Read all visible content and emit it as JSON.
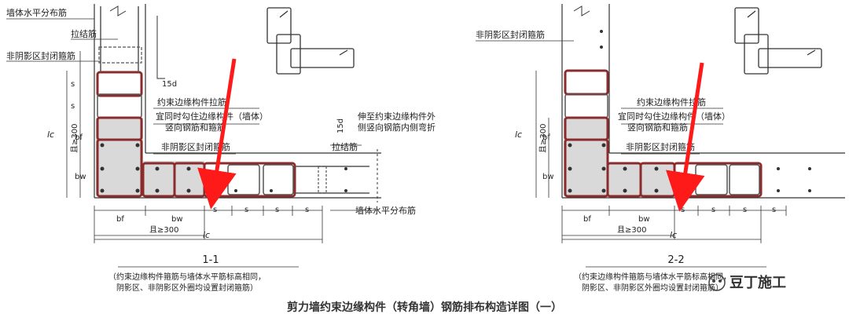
{
  "left": {
    "wall_horizontal_bar": "墙体水平分布筋",
    "tie_bar": "拉结筋",
    "non_shadow_closed_stirrup": "非阴影区封闭箍筋",
    "hook_15d": "15d",
    "s": "s",
    "lc": "lc",
    "bf": "bf",
    "bw": "bw",
    "gte300": "且≥300",
    "constraint_tie": "约束边缘构件拉筋",
    "hook_note_1": "宜同时勾住边缘构件（墙体）",
    "hook_note_2": "竖向钢筋和箍筋",
    "non_shadow_closed_stirrup_2": "非阴影区封闭箍筋",
    "extend_note_1": "伸至约束边缘构件外",
    "extend_note_2": "侧竖向钢筋内侧弯折",
    "hook_15d_right": "15d",
    "tie_bar_right": "拉结筋",
    "wall_horizontal_bar_bottom": "墙体水平分布筋",
    "section": "1-1",
    "note_1": "（约束边缘构件箍筋与墙体水平筋标高相同，",
    "note_2": "阴影区、非阴影区外圈均设置封闭箍筋）"
  },
  "right": {
    "non_shadow_closed_stirrup": "非阴影区封闭箍筋",
    "constraint_tie": "约束边缘构件拉筋",
    "hook_note_1": "宜同时勾住边缘构件（墙体）",
    "hook_note_2": "竖向钢筋和箍筋",
    "non_shadow_closed_stirrup_2": "非阴影区封闭箍筋",
    "lc": "lc",
    "bf": "bf",
    "bw": "bw",
    "gte300": "且≥300",
    "s": "s",
    "section": "2-2",
    "note_1": "（约束边缘构件箍筋与墙体水平筋标高相同，",
    "note_2": "阴影区、非阴影区外圈均设置封闭箍筋）"
  },
  "caption": "剪力墙约束边缘构件（转角墙）钢筋排布构造详图（一）",
  "watermark": "豆丁施工",
  "colors": {
    "rebar": "#8b2b2b",
    "shade": "#d9d9d9",
    "arrow": "#ff1a1a",
    "line": "#333333"
  }
}
